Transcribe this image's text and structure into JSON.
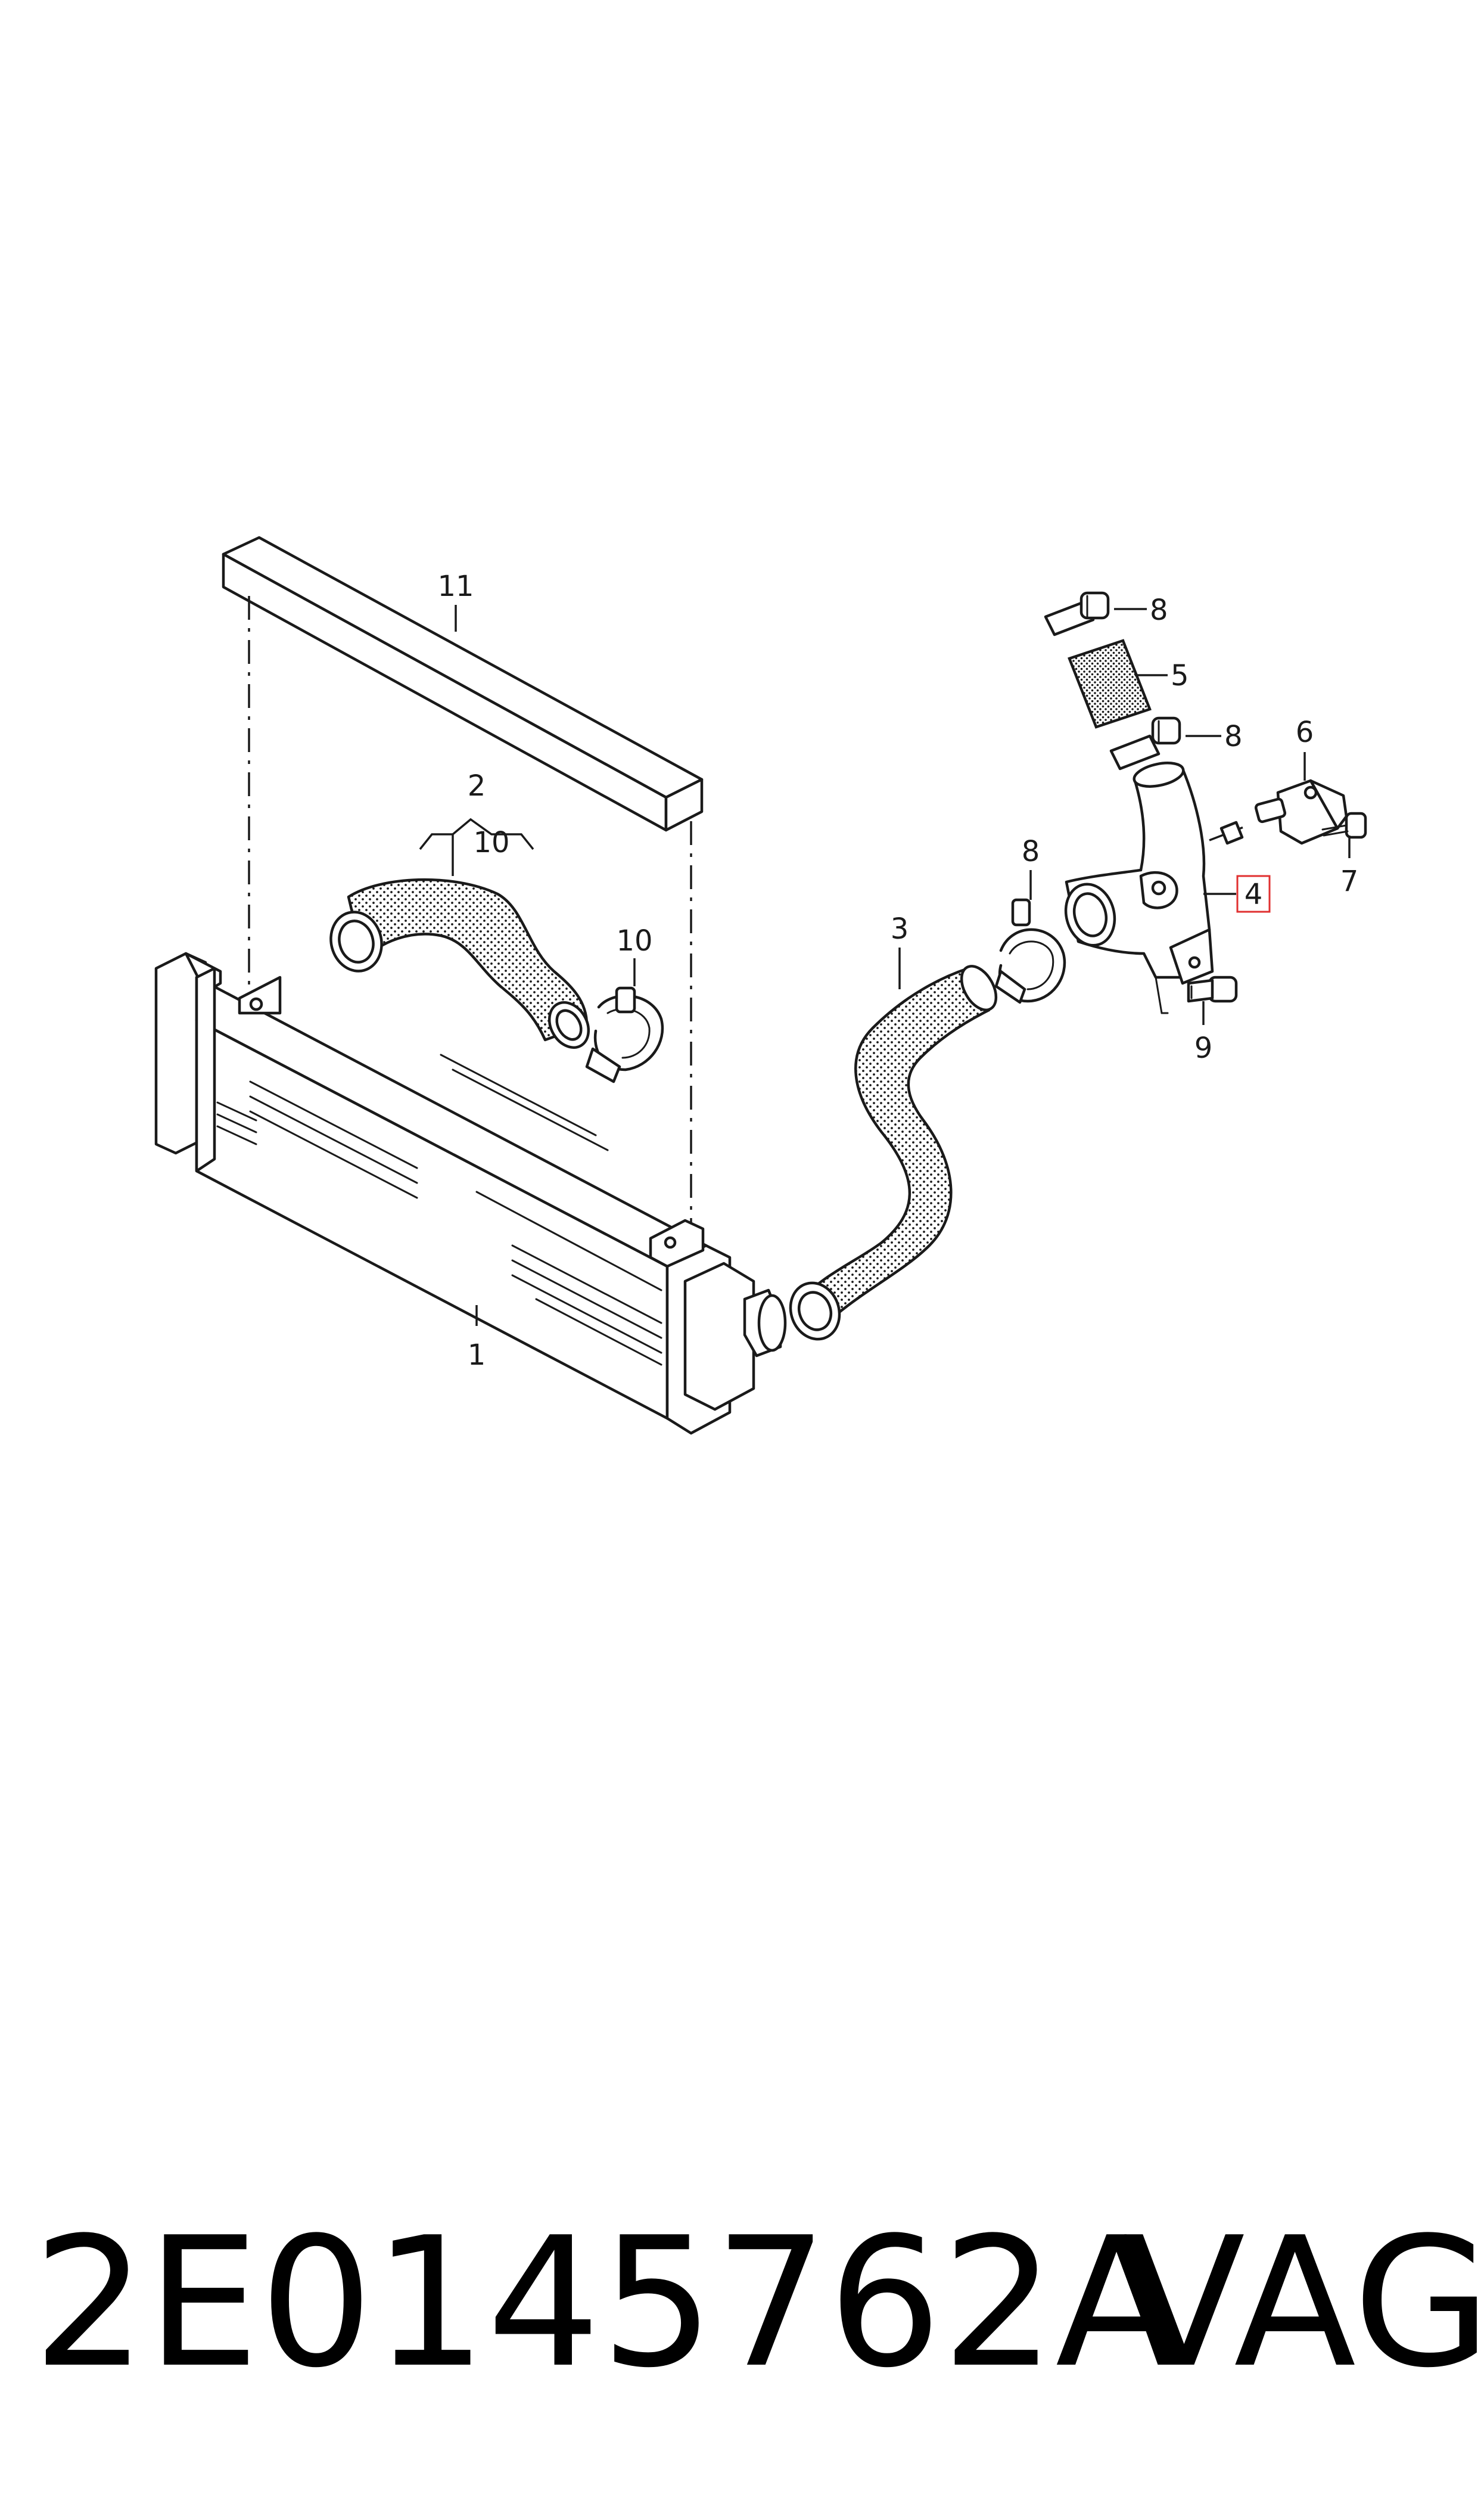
{
  "diagram": {
    "callouts": {
      "c1": "1",
      "c2": "2",
      "c3": "3",
      "c4": "4",
      "c5": "5",
      "c6": "6",
      "c7": "7",
      "c8a": "8",
      "c8b": "8",
      "c8c": "8",
      "c9": "9",
      "c10a": "10",
      "c10b": "10",
      "c11": "11"
    },
    "highlighted_callout": "4",
    "highlight_color": "#e03030"
  },
  "footer": {
    "part_number": "2E0145762A",
    "brand": "VAG"
  }
}
